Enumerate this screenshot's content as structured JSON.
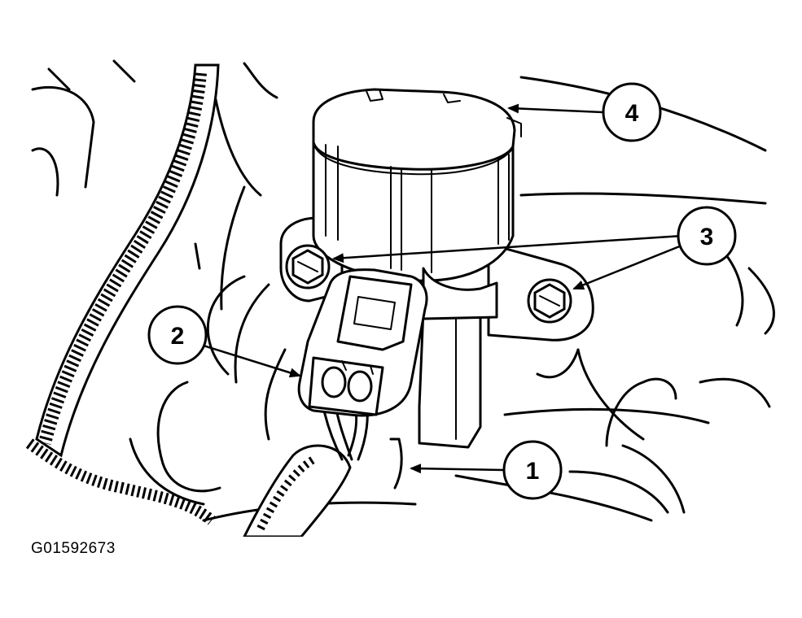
{
  "callouts": [
    {
      "id": "1",
      "label": "1"
    },
    {
      "id": "2",
      "label": "2"
    },
    {
      "id": "3",
      "label": "3"
    },
    {
      "id": "4",
      "label": "4"
    }
  ],
  "figure_code": "G01592673"
}
